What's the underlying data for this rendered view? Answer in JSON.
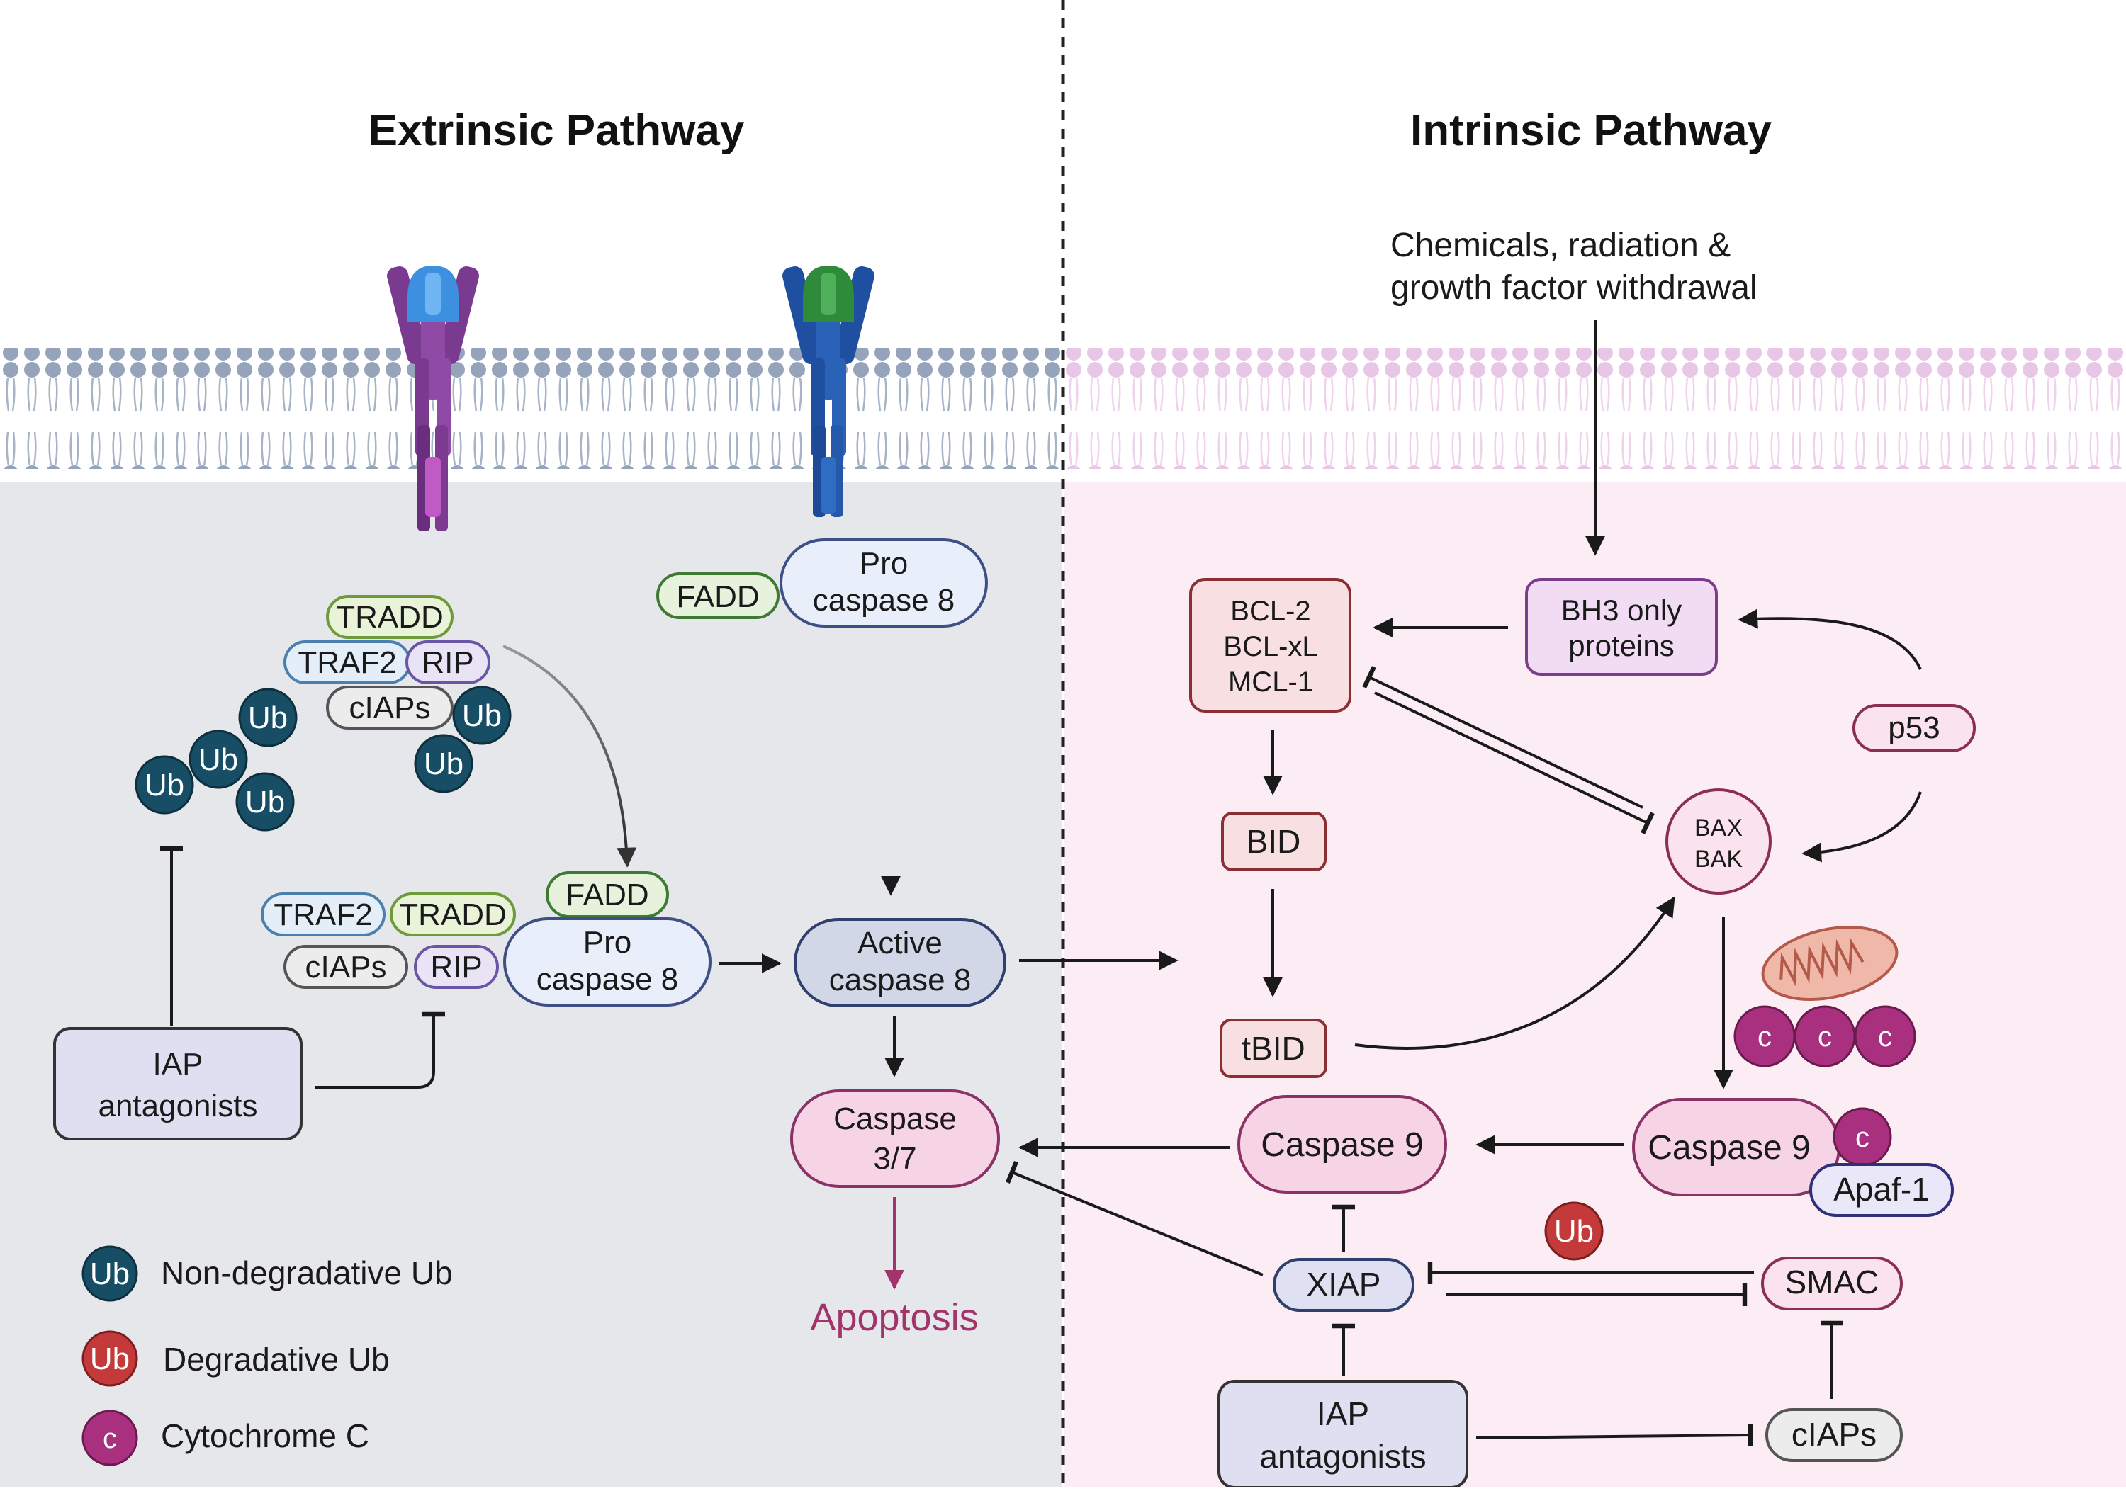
{
  "titles": {
    "extrinsic": "Extrinsic Pathway",
    "intrinsic": "Intrinsic Pathway"
  },
  "stimulus": {
    "line1": "Chemicals, radiation &",
    "line2": "growth factor withdrawal"
  },
  "extrinsic": {
    "tradd": "TRADD",
    "traf2": "TRAF2",
    "rip": "RIP",
    "ciaps": "cIAPs",
    "ub": "Ub",
    "fadd": "FADD",
    "pro_caspase8": {
      "line1": "Pro",
      "line2": "caspase 8"
    },
    "active_caspase8": {
      "line1": "Active",
      "line2": "caspase 8"
    },
    "caspase37": {
      "line1": "Caspase",
      "line2": "3/7"
    },
    "apoptosis": "Apoptosis",
    "iap_antagonists": {
      "line1": "IAP",
      "line2": "antagonists"
    }
  },
  "intrinsic": {
    "bcl": {
      "line1": "BCL-2",
      "line2": "BCL-xL",
      "line3": "MCL-1"
    },
    "bh3": {
      "line1": "BH3 only",
      "line2": "proteins"
    },
    "p53": "p53",
    "bax_bak": {
      "line1": "BAX",
      "line2": "BAK"
    },
    "bid": "BID",
    "tbid": "tBID",
    "cytochrome": "c",
    "caspase9": "Caspase 9",
    "apaf1": "Apaf-1",
    "xiap": "XIAP",
    "smac": "SMAC",
    "ub": "Ub",
    "iap_antagonists": {
      "line1": "IAP",
      "line2": "antagonists"
    },
    "ciaps": "cIAPs"
  },
  "legend": {
    "non_degradative": "Non-degradative Ub",
    "degradative": "Degradative Ub",
    "cytochrome": "Cytochrome C",
    "ub_symbol": "Ub",
    "c_symbol": "c"
  },
  "colors": {
    "extrinsic_bg": "#e6e7eb",
    "intrinsic_bg": "#fcedf5",
    "ub_dark": "#174e66",
    "ub_red": "#c4393a",
    "cytochrome": "#a8307e",
    "apoptosis": "#a3346b"
  }
}
